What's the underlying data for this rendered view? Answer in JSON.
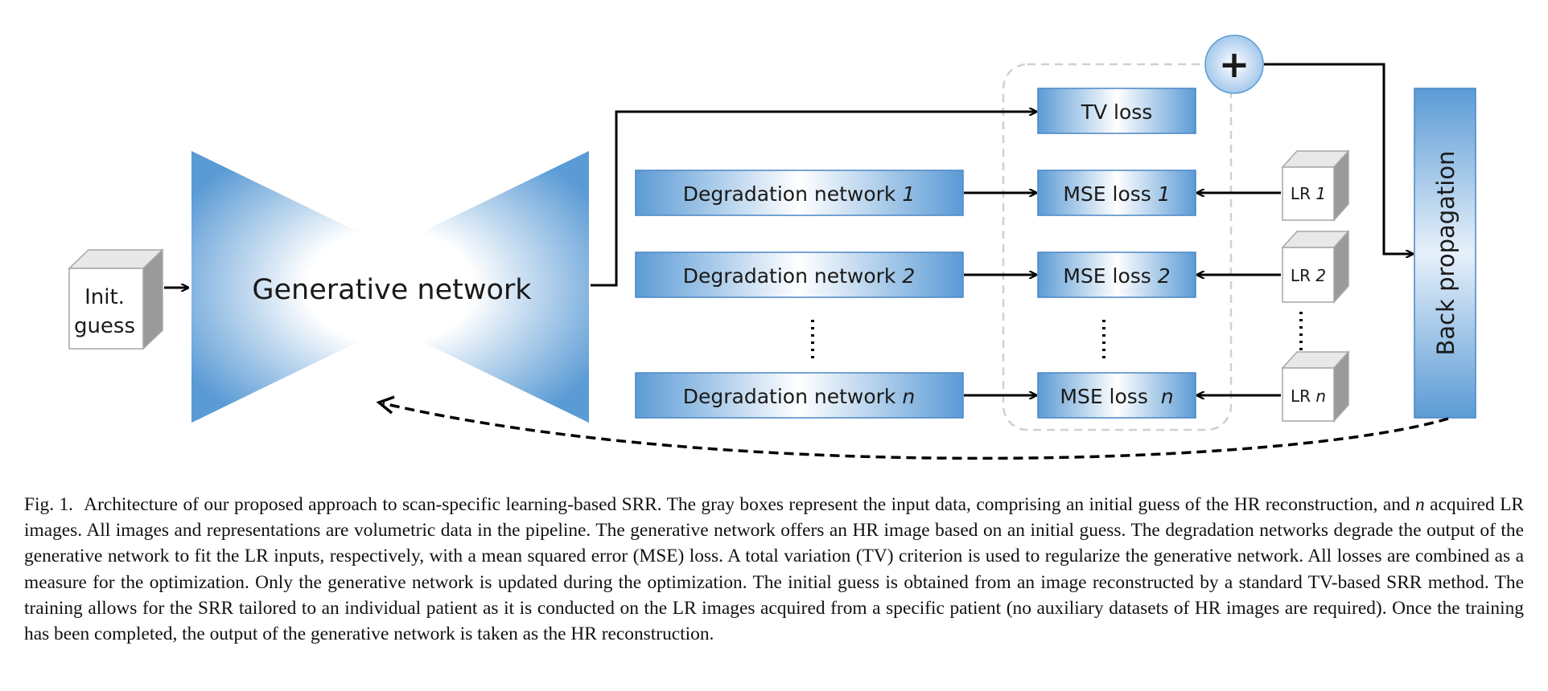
{
  "diagram": {
    "init_guess": [
      "Init.",
      "guess"
    ],
    "generative_network": "Generative network",
    "degradation_networks": [
      {
        "label": "Degradation network ",
        "index": "1"
      },
      {
        "label": "Degradation network ",
        "index": "2"
      },
      {
        "label": "Degradation network ",
        "index": "n"
      }
    ],
    "tv_loss": "TV loss",
    "mse_losses": [
      {
        "label": "MSE loss ",
        "index": "1"
      },
      {
        "label": "MSE loss ",
        "index": "2"
      },
      {
        "label": "MSE loss  ",
        "index": "n"
      }
    ],
    "lr_images": [
      {
        "label": "LR ",
        "index": "1"
      },
      {
        "label": "LR ",
        "index": "2"
      },
      {
        "label": "LR ",
        "index": "n"
      }
    ],
    "plus_symbol": "+",
    "back_propagation": "Back propagation",
    "colors": {
      "blue_dark": "#5b9bd5",
      "blue_light": "#ffffff",
      "box_border": "#4a86c5",
      "gray_cube": "#a6a6a6",
      "dashed_region": "#d0d0d0",
      "arrow": "#000000"
    }
  },
  "caption": {
    "label": "Fig. 1.",
    "part1": "Architecture of our proposed approach to scan-specific learning-based SRR. The gray boxes represent the input data, comprising an initial guess of the HR reconstruction, and ",
    "var_n": "n",
    "part2": " acquired LR images. All images and representations are volumetric data in the pipeline. The generative network offers an HR image based on an initial guess. The degradation networks degrade the output of the generative network to fit the LR inputs, respectively, with a mean squared error (MSE) loss. A total variation (TV) criterion is used to regularize the generative network. All losses are combined as a measure for the optimization. Only the generative network is updated during the optimization. The initial guess is obtained from an image reconstructed by a standard TV-based SRR method. The training allows for the SRR tailored to an individual patient as it is conducted on the LR images acquired from a specific patient (no auxiliary datasets of HR images are required). Once the training has been completed, the output of the generative network is taken as the HR reconstruction."
  }
}
